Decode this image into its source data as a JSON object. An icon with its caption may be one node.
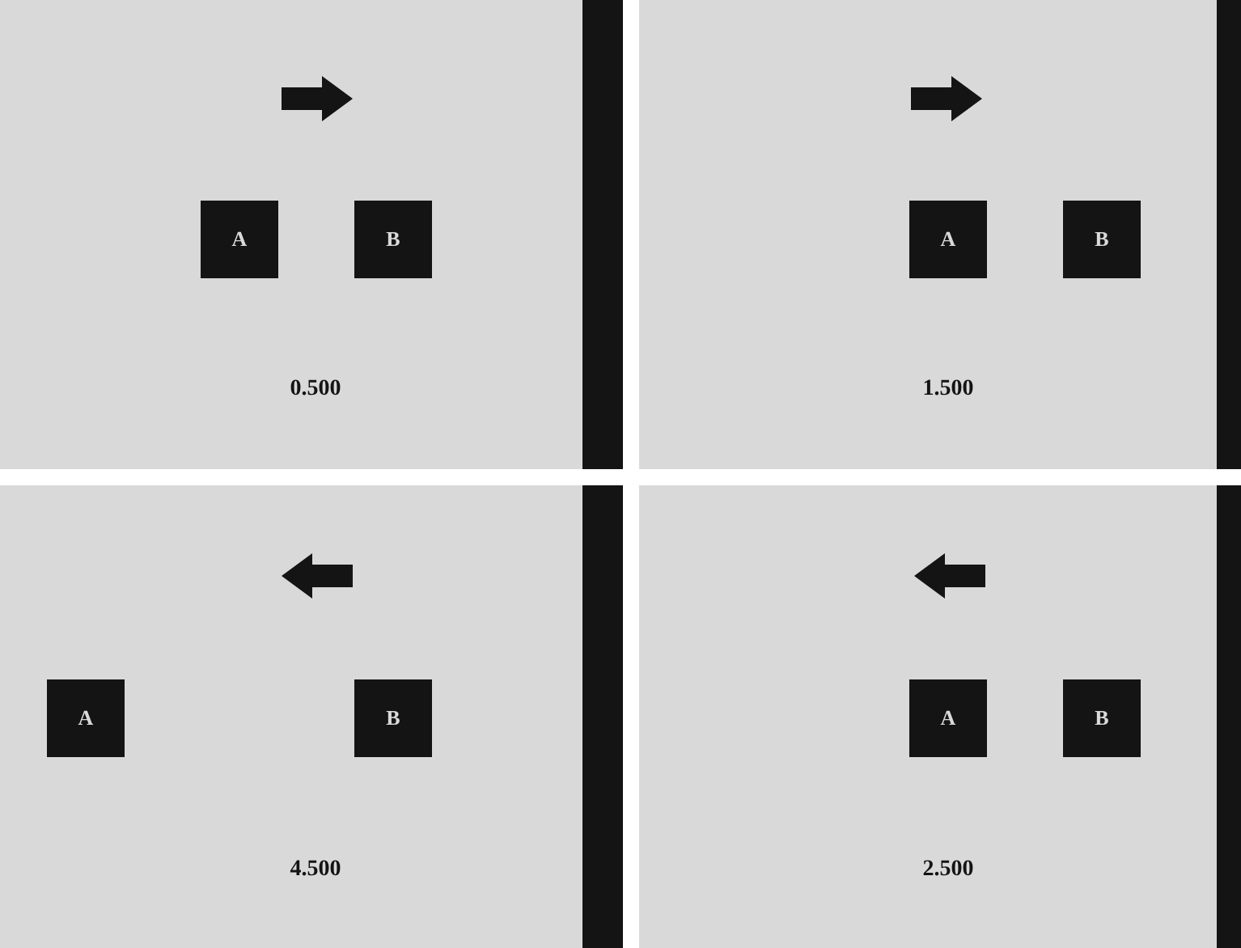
{
  "diagram": {
    "nodes": [
      {
        "text": [
          "0.500"
        ]
      },
      {
        "text": [
          "A"
        ],
        "in": 0
      },
      {
        "text": [
          "B"
        ],
        "in": 0
      },
      {
        "text": [
          "1.500"
        ]
      },
      {
        "text": [
          "A"
        ],
        "in": 3
      },
      {
        "text": [
          "B"
        ],
        "in": 3
      },
      {
        "text": [
          "4.500"
        ]
      },
      {
        "text": [
          "A"
        ],
        "in": 6
      },
      {
        "text": [
          "B"
        ],
        "in": 6
      },
      {
        "text": [
          "2.500"
        ]
      },
      {
        "text": [
          "A"
        ],
        "in": 9
      },
      {
        "text": [
          "B"
        ],
        "in": 9
      }
    ]
  }
}
